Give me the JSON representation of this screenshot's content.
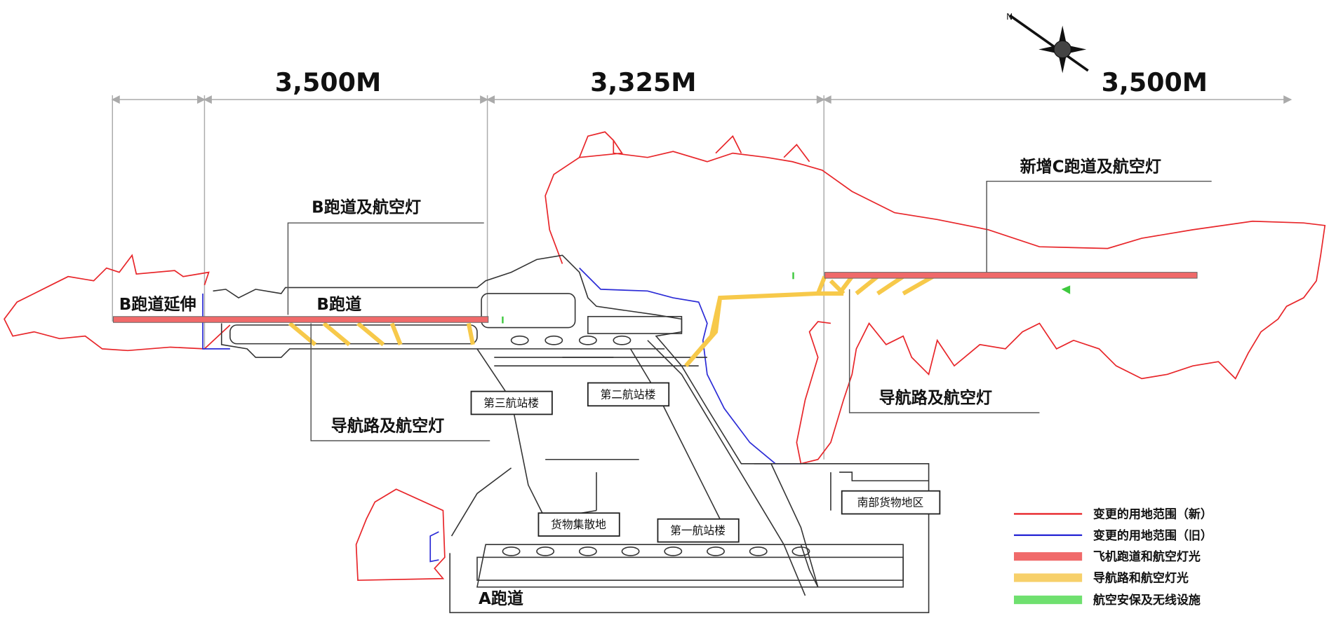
{
  "dimensions": [
    "3,500M",
    "3,325M",
    "3,500M"
  ],
  "labels": {
    "b_runway_lights": "B跑道及航空灯",
    "c_runway_lights": "新增C跑道及航空灯",
    "b_runway_ext": "B跑道延伸",
    "b_runway": "B跑道",
    "taxiway_left": "导航路及航空灯",
    "taxiway_right": "导航路及航空灯",
    "a_runway": "A跑道"
  },
  "boxes": {
    "t3": "第三航站楼",
    "t2": "第二航站楼",
    "cargo": "货物集散地",
    "t1": "第一航站楼",
    "south_cargo": "南部货物地区"
  },
  "compass": {
    "north_letter": "N",
    "icon": "compass-rose-icon"
  },
  "legend": [
    {
      "label": "变更的用地范围（新）",
      "color": "#e8262a"
    },
    {
      "label": "变更的用地范围（旧）",
      "color": "#2b2bd6"
    },
    {
      "label": "飞机跑道和航空灯光",
      "color": "#f06a6a"
    },
    {
      "label": "导航路和航空灯光",
      "color": "#f7c94a"
    },
    {
      "label": "航空安保及无线设施",
      "color": "#5fdc5f"
    }
  ]
}
